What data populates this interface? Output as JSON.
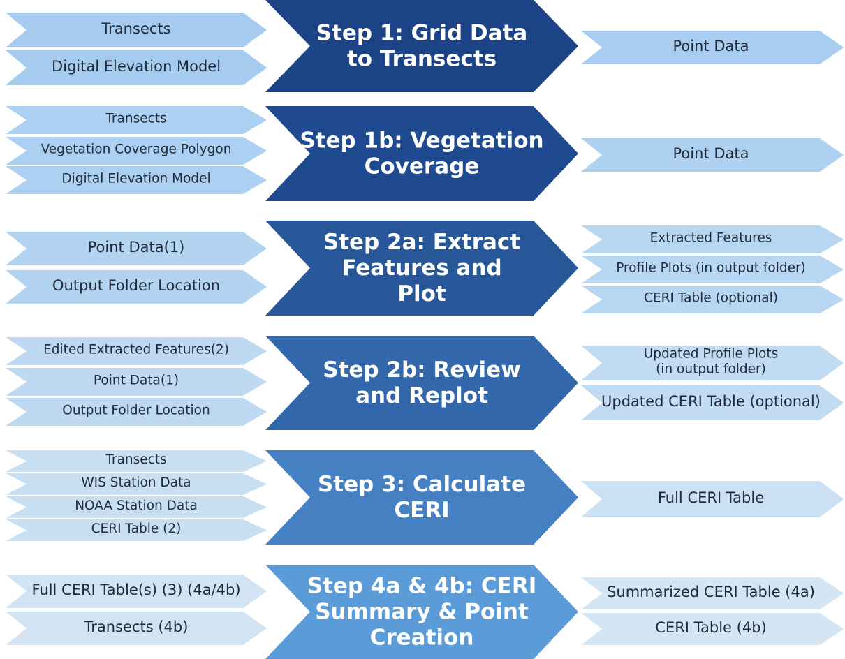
{
  "steps": [
    {
      "title_lines": [
        "Step 1: Grid Data",
        "to Transects"
      ],
      "color": "#1d4387",
      "inputs": [
        "Transects",
        "Digital Elevation Model"
      ],
      "outputs": [
        "Point Data"
      ]
    },
    {
      "title_lines": [
        "Step 1b: Vegetation",
        "Coverage"
      ],
      "color": "#1f4a8f",
      "inputs": [
        "Transects",
        "Vegetation Coverage Polygon",
        "Digital Elevation Model"
      ],
      "outputs": [
        "Point Data"
      ]
    },
    {
      "title_lines": [
        "Step 2a: Extract",
        "Features and",
        "Plot"
      ],
      "color": "#275798",
      "inputs": [
        "Point Data(1)",
        "Output Folder Location"
      ],
      "outputs": [
        "Extracted Features",
        "Profile Plots (in output folder)",
        "CERI Table (optional)"
      ]
    },
    {
      "title_lines": [
        "Step 2b: Review",
        "and Replot"
      ],
      "color": "#3367ab",
      "inputs": [
        "Edited Extracted Features(2)",
        "Point Data(1)",
        "Output Folder Location"
      ],
      "outputs": [
        "Updated Profile Plots\n(in output folder)",
        "Updated CERI Table (optional)"
      ]
    },
    {
      "title_lines": [
        "Step 3: Calculate",
        "CERI"
      ],
      "color": "#4480c2",
      "inputs": [
        "Transects",
        "WIS Station Data",
        "NOAA Station Data",
        "CERI Table (2)"
      ],
      "outputs": [
        "Full CERI Table"
      ]
    },
    {
      "title_lines": [
        "Step 4a & 4b: CERI",
        "Summary & Point",
        "Creation"
      ],
      "color": "#5b9bd8",
      "inputs": [
        "Full CERI Table(s) (3) (4a/4b)",
        "Transects (4b)"
      ],
      "outputs": [
        "Summarized CERI Table (4a)",
        "CERI Table (4b)"
      ]
    }
  ],
  "colors": {
    "input_arrows": [
      "#a5cbef",
      "#abd0f1",
      "#b3d4f1",
      "#bed9f1",
      "#c8dff2",
      "#d2e4f3"
    ],
    "output_arrows": [
      "#a8cdf0",
      "#afd1f1",
      "#b7d6f2",
      "#c1dbf2",
      "#cbe1f3",
      "#d4e6f4"
    ],
    "input_text": "#1f2a3a",
    "output_text": "#1f2a3a",
    "step_text": "#ffffff"
  }
}
